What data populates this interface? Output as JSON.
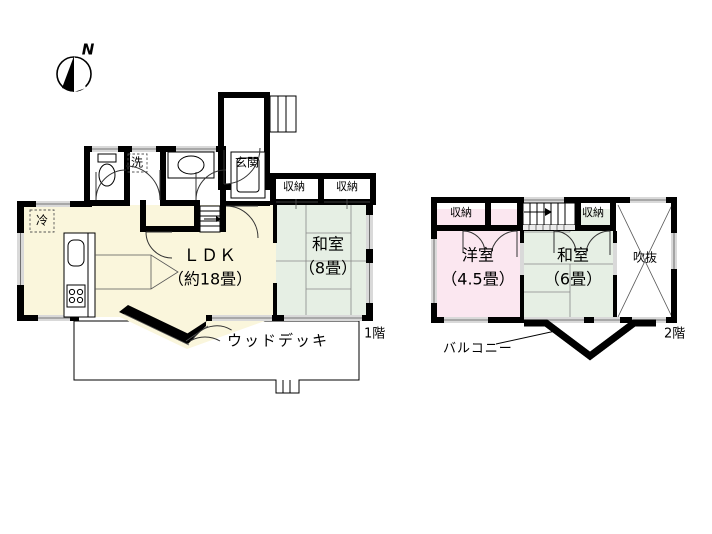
{
  "document": {
    "type": "floor-plan",
    "language": "ja",
    "background_color": "#ffffff"
  },
  "compass": {
    "label": "N",
    "name": "north-arrow"
  },
  "colors": {
    "wall": "#000000",
    "ldk_fill": "#faf6dc",
    "tatami_fill": "#e6efe4",
    "western_room_fill": "#fbe7f0",
    "fixture_fill": "#ffffff",
    "window_fill": "#d9d9d9"
  },
  "floor1": {
    "floor_label": "1階",
    "rooms": [
      {
        "id": "ldk",
        "name": "LDK",
        "label": "ＬＤＫ",
        "area_label": "（約18畳）",
        "fill": "#faf6dc"
      },
      {
        "id": "washitsu",
        "name": "japanese-room",
        "label": "和室",
        "area_label": "（8畳）",
        "fill": "#e6efe4"
      },
      {
        "id": "genkan",
        "name": "entrance",
        "label": "玄関",
        "area_label": "",
        "fill": "#ffffff"
      },
      {
        "id": "deck",
        "name": "wood-deck",
        "label": "ウッドデッキ",
        "area_label": "",
        "fill": "#ffffff"
      }
    ],
    "closets": [
      {
        "label": "収納"
      },
      {
        "label": "収納"
      }
    ],
    "fixtures": [
      {
        "id": "fridge",
        "label": "冷",
        "name": "refrigerator-marker"
      },
      {
        "id": "laundry",
        "label": "洗",
        "name": "washing-machine-marker"
      },
      {
        "id": "toilet",
        "label": "",
        "name": "toilet-fixture"
      },
      {
        "id": "vanity",
        "label": "",
        "name": "washbasin-fixture"
      },
      {
        "id": "bathtub",
        "label": "",
        "name": "bathtub-fixture"
      },
      {
        "id": "sink",
        "label": "",
        "name": "kitchen-sink-fixture"
      },
      {
        "id": "stove",
        "label": "",
        "name": "stove-burners-fixture"
      },
      {
        "id": "stairs",
        "label": "",
        "name": "staircase-up"
      }
    ]
  },
  "floor2": {
    "floor_label": "2階",
    "rooms": [
      {
        "id": "yoshitsu",
        "name": "western-room",
        "label": "洋室",
        "area_label": "（4.5畳）",
        "fill": "#fbe7f0"
      },
      {
        "id": "washitsu2",
        "name": "japanese-room",
        "label": "和室",
        "area_label": "（6畳）",
        "fill": "#e6efe4"
      },
      {
        "id": "fukinuke",
        "name": "open-to-below",
        "label": "吹抜",
        "area_label": "",
        "fill": "#ffffff"
      }
    ],
    "closets": [
      {
        "label": "収納"
      },
      {
        "label": "収納"
      }
    ],
    "balcony": {
      "label": "バルコニー",
      "name": "balcony"
    },
    "fixtures": [
      {
        "id": "stairs2",
        "label": "",
        "name": "staircase-down"
      }
    ]
  }
}
